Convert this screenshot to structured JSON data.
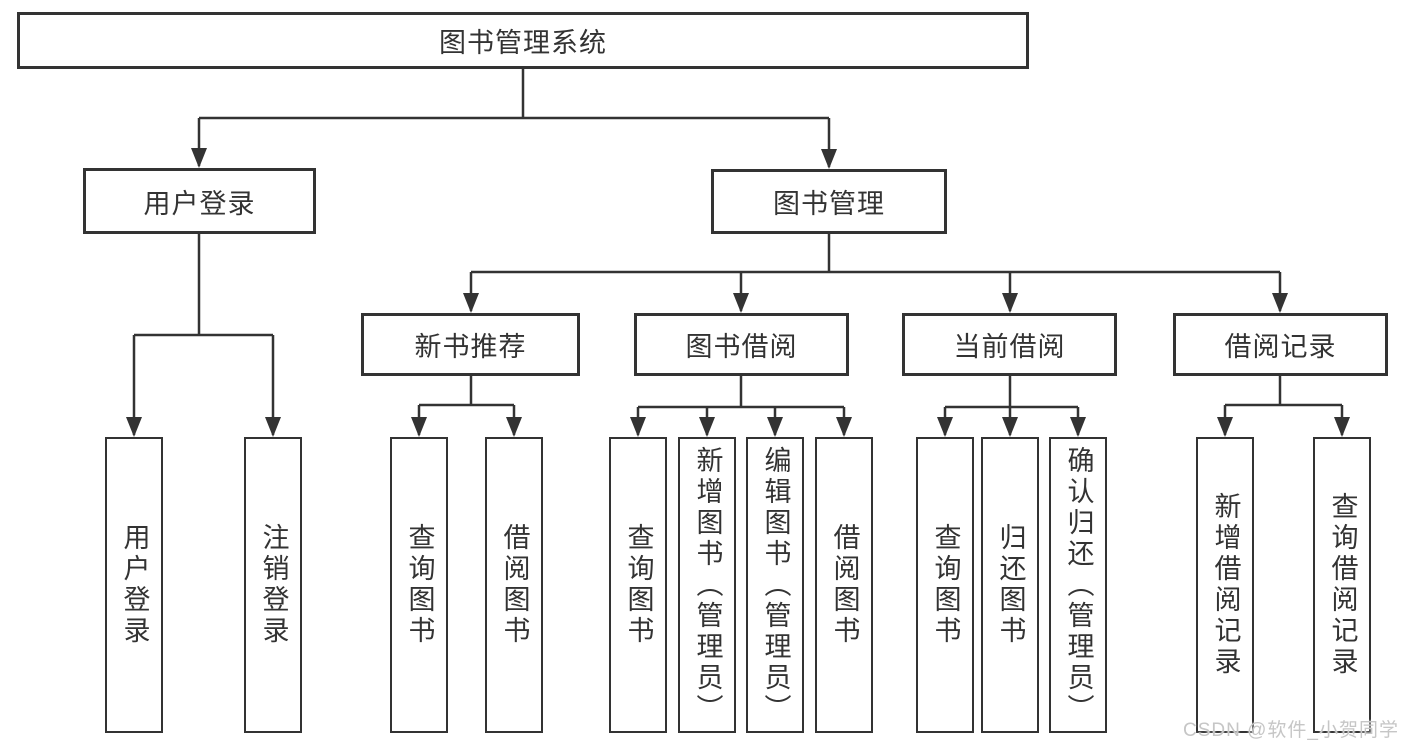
{
  "diagram": {
    "title": "图书管理系统",
    "root": {
      "label": "图书管理系统"
    },
    "branches": [
      {
        "label": "用户登录",
        "children": [
          {
            "label": "用户登录"
          },
          {
            "label": "注销登录"
          }
        ]
      },
      {
        "label": "图书管理",
        "sections": [
          {
            "label": "新书推荐",
            "children": [
              {
                "label": "查询图书"
              },
              {
                "label": "借阅图书"
              }
            ]
          },
          {
            "label": "图书借阅",
            "children": [
              {
                "label": "查询图书"
              },
              {
                "label": "新增图书（管理员）"
              },
              {
                "label": "编辑图书（管理员）"
              },
              {
                "label": "借阅图书"
              }
            ]
          },
          {
            "label": "当前借阅",
            "children": [
              {
                "label": "查询图书"
              },
              {
                "label": "归还图书"
              },
              {
                "label": "确认归还（管理员）"
              }
            ]
          },
          {
            "label": "借阅记录",
            "children": [
              {
                "label": "新增借阅记录"
              },
              {
                "label": "查询借阅记录"
              }
            ]
          }
        ]
      }
    ]
  },
  "watermark": {
    "text": "CSDN @软件_小贺同学"
  },
  "colors": {
    "line": "#333333",
    "text": "#333333",
    "background": "#ffffff",
    "watermark": "#c6c6c6"
  }
}
